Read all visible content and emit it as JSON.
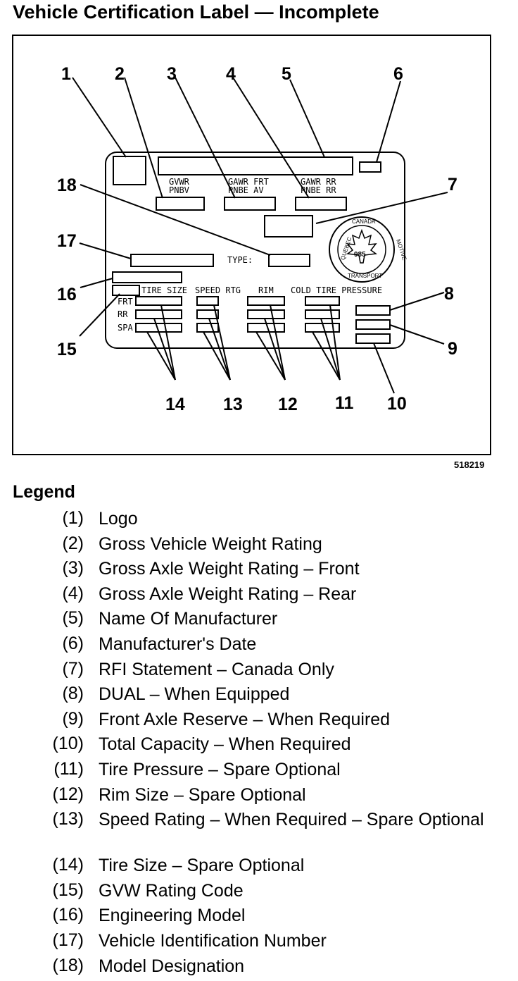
{
  "title": "Vehicle Certification Label — Incomplete",
  "figure_id": "518219",
  "label_text": {
    "gvwr": "GVWR",
    "pnbv": "PNBV",
    "gawr_frt": "GAWR FRT",
    "pnbe_av": "PNBE AV",
    "gawr_rr": "GAWR RR",
    "pnbe_rr": "PNBE RR",
    "type": "TYPE:",
    "tire_size": "TIRE SIZE",
    "speed_rtg": "SPEED RTG",
    "rim": "RIM",
    "cold_tire_pressure": "COLD TIRE PRESSURE",
    "frt": "FRT",
    "rr": "RR",
    "spa": "SPA",
    "seal_canada": "CANADA",
    "seal_number": "985",
    "seal_transport": "TRANSPORT",
    "seal_quebec": "QUEBEC",
    "seal_motive": "MOTIVE"
  },
  "callouts": [
    "1",
    "2",
    "3",
    "4",
    "5",
    "6",
    "7",
    "8",
    "9",
    "10",
    "11",
    "12",
    "13",
    "14",
    "15",
    "16",
    "17",
    "18"
  ],
  "legend_title": "Legend",
  "legend": [
    {
      "num": "(1)",
      "text": "Logo"
    },
    {
      "num": "(2)",
      "text": "Gross Vehicle Weight Rating"
    },
    {
      "num": "(3)",
      "text": "Gross Axle Weight Rating – Front"
    },
    {
      "num": "(4)",
      "text": "Gross Axle Weight Rating – Rear"
    },
    {
      "num": "(5)",
      "text": "Name Of Manufacturer"
    },
    {
      "num": "(6)",
      "text": "Manufacturer's Date"
    },
    {
      "num": "(7)",
      "text": "RFI Statement – Canada Only"
    },
    {
      "num": "(8)",
      "text": "DUAL – When Equipped"
    },
    {
      "num": "(9)",
      "text": "Front Axle Reserve – When Required"
    },
    {
      "num": "(10)",
      "text": "Total Capacity – When Required"
    },
    {
      "num": "(11)",
      "text": "Tire Pressure – Spare Optional"
    },
    {
      "num": "(12)",
      "text": "Rim Size – Spare Optional"
    },
    {
      "num": "(13)",
      "text": "Speed Rating – When Required – Spare Optional"
    },
    {
      "num": "(14)",
      "text": "Tire Size – Spare Optional"
    },
    {
      "num": "(15)",
      "text": "GVW Rating Code"
    },
    {
      "num": "(16)",
      "text": "Engineering Model"
    },
    {
      "num": "(17)",
      "text": "Vehicle Identification Number"
    },
    {
      "num": "(18)",
      "text": "Model Designation"
    }
  ]
}
